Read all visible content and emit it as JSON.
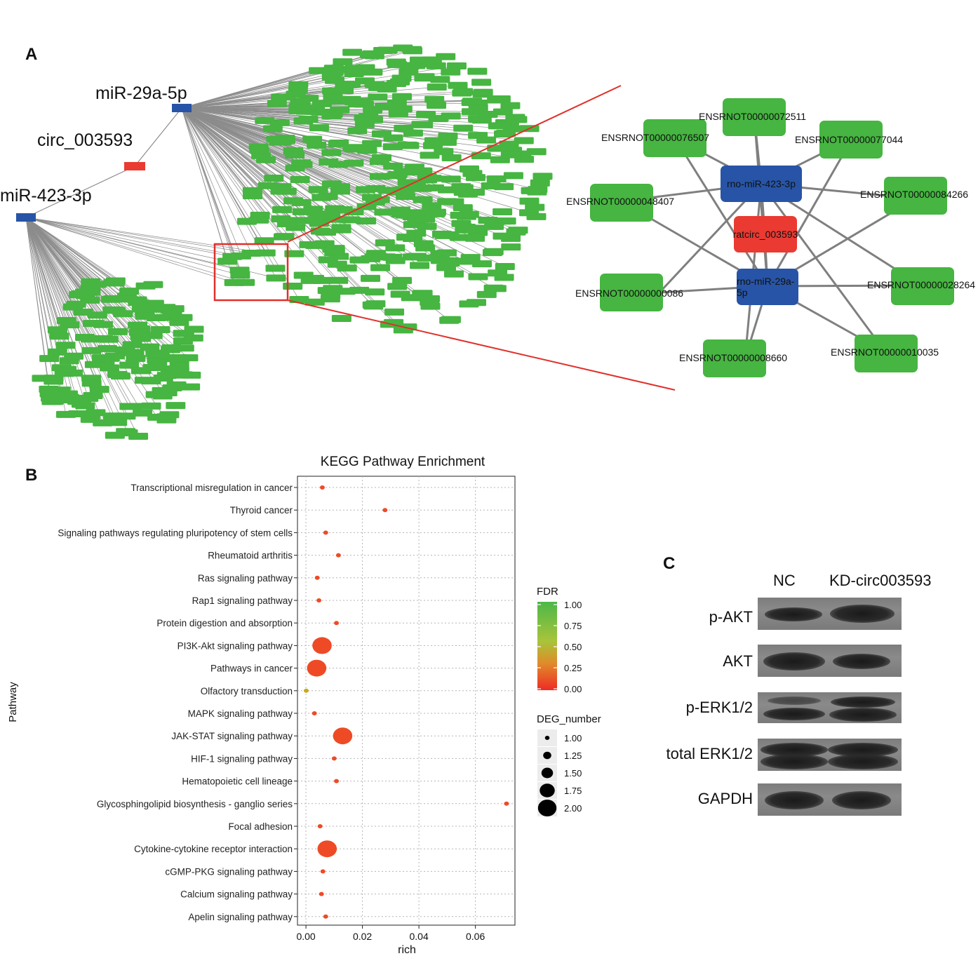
{
  "panels": {
    "a": "A",
    "b": "B",
    "c": "C"
  },
  "network": {
    "labels": {
      "mir29": "miR-29a-5p",
      "circ": "circ_003593",
      "mir423": "miR-423-3p"
    },
    "colors": {
      "target": "#46b541",
      "mirna": "#2754a6",
      "circrna": "#ea3a32",
      "highlight": "#e0302a",
      "edge": "#8c8c8c"
    },
    "zoom": {
      "mirna_nodes": [
        "rno-miR-423-3p",
        "rno-miR-29a-5p"
      ],
      "circ_node": "ratcirc_003593",
      "targets": [
        "ENSRNOT00000072511",
        "ENSRNOT00000076507",
        "ENSRNOT00000077044",
        "ENSRNOT00000048407",
        "ENSRNOT00000084266",
        "ENSRNOT00000000086",
        "ENSRNOT00000028264",
        "ENSRNOT00000008660",
        "ENSRNOT00000010035"
      ]
    }
  },
  "chart_data": {
    "type": "scatter",
    "title": "KEGG Pathway Enrichment",
    "xlabel": "rich",
    "ylabel": "Pathway",
    "xlim": [
      -0.003,
      0.074
    ],
    "xticks": [
      "0.00",
      "0.02",
      "0.04",
      "0.06"
    ],
    "xtick_values": [
      0,
      0.02,
      0.04,
      0.06
    ],
    "grid": true,
    "categories": [
      "Transcriptional misregulation in cancer",
      "Thyroid cancer",
      "Signaling pathways regulating pluripotency of stem cells",
      "Rheumatoid arthritis",
      "Ras signaling pathway",
      "Rap1 signaling pathway",
      "Protein digestion and absorption",
      "PI3K-Akt signaling pathway",
      "Pathways in cancer",
      "Olfactory transduction",
      "MAPK signaling pathway",
      "JAK-STAT signaling pathway",
      "HIF-1 signaling pathway",
      "Hematopoietic cell lineage",
      "Glycosphingolipid biosynthesis - ganglio series",
      "Focal adhesion",
      "Cytokine-cytokine receptor interaction",
      "cGMP-PKG signaling pathway",
      "Calcium signaling pathway",
      "Apelin signaling pathway"
    ],
    "rich": [
      0.0058,
      0.028,
      0.007,
      0.0115,
      0.004,
      0.0046,
      0.0108,
      0.0057,
      0.0038,
      0.0001,
      0.003,
      0.013,
      0.01,
      0.0108,
      0.071,
      0.005,
      0.0075,
      0.006,
      0.0055,
      0.007
    ],
    "deg_number": [
      1,
      1,
      1,
      1,
      1,
      1,
      1,
      2,
      2,
      1,
      1,
      2,
      1,
      1,
      1,
      1,
      2,
      1,
      1,
      1
    ],
    "fdr": [
      0.05,
      0.05,
      0.05,
      0.05,
      0.05,
      0.05,
      0.05,
      0.05,
      0.05,
      0.55,
      0.05,
      0.05,
      0.05,
      0.05,
      0.05,
      0.05,
      0.05,
      0.05,
      0.05,
      0.05
    ],
    "legend": {
      "fdr_title": "FDR",
      "fdr_ticks": [
        "1.00",
        "0.75",
        "0.50",
        "0.25",
        "0.00"
      ],
      "size_title": "DEG_number",
      "size_ticks": [
        "1.00",
        "1.25",
        "1.50",
        "1.75",
        "2.00"
      ],
      "placement": "right"
    }
  },
  "western_blot": {
    "columns": [
      "NC",
      "KD-circ003593"
    ],
    "rows": [
      "p-AKT",
      "AKT",
      "p-ERK1/2",
      "total ERK1/2",
      "GAPDH"
    ]
  }
}
